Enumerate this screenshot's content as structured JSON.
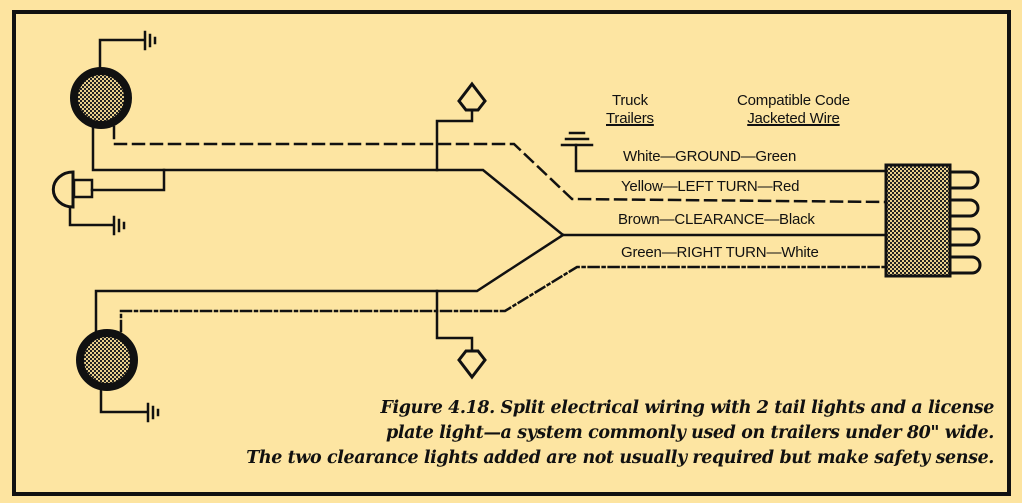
{
  "header": {
    "truck_line1": "Truck",
    "truck_line2": "Trailers",
    "code_line1": "Compatible Code",
    "code_line2": "Jacketed Wire"
  },
  "wires": [
    {
      "trailer_color": "White",
      "function": "GROUND",
      "code_color": "Green",
      "line_style": "solid"
    },
    {
      "trailer_color": "Yellow",
      "function": "LEFT TURN",
      "code_color": "Red",
      "line_style": "dashed"
    },
    {
      "trailer_color": "Brown",
      "function": "CLEARANCE",
      "code_color": "Black",
      "line_style": "solid"
    },
    {
      "trailer_color": "Green",
      "function": "RIGHT TURN",
      "code_color": "White",
      "line_style": "dash-dot"
    }
  ],
  "wire_labels": [
    "White—GROUND—Green",
    "Yellow—LEFT TURN—Red",
    "Brown—CLEARANCE—Black",
    "Green—RIGHT TURN—White"
  ],
  "components": {
    "tail_lights": 2,
    "license_plate_lights": 1,
    "clearance_lights": 2,
    "connector_pins": 4
  },
  "caption": {
    "line1": "Figure 4.18.  Split electrical wiring with 2 tail lights and a license",
    "line2": "plate light—a system commonly used on trailers under 80\" wide.",
    "line3": "The two clearance lights added are not usually required but make safety sense."
  },
  "colors": {
    "background": "#fde5a2",
    "ink": "#111111"
  }
}
